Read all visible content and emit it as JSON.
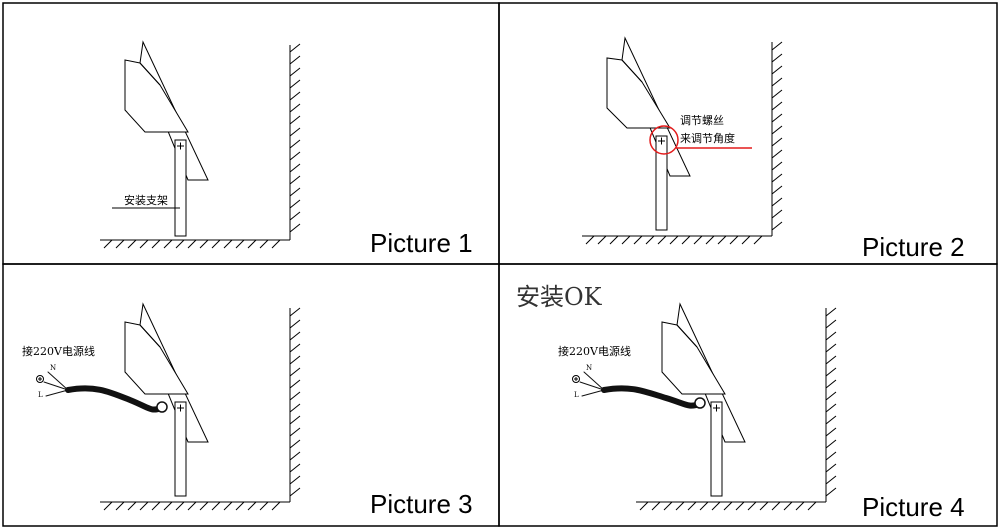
{
  "panels": [
    {
      "caption": "Picture 1",
      "label": "安装支架"
    },
    {
      "caption": "Picture 2",
      "label_line1": "调节螺丝",
      "label_line2": "来调节角度"
    },
    {
      "caption": "Picture 3",
      "label": "接220V电源线",
      "wire_n": "N",
      "wire_l": "L"
    },
    {
      "caption": "Picture 4",
      "label": "接220V电源线",
      "wire_n": "N",
      "wire_l": "L",
      "ok_text": "安装OK"
    }
  ],
  "colors": {
    "line": "#000000",
    "highlight": "#e31c1c",
    "cable": "#111111"
  }
}
